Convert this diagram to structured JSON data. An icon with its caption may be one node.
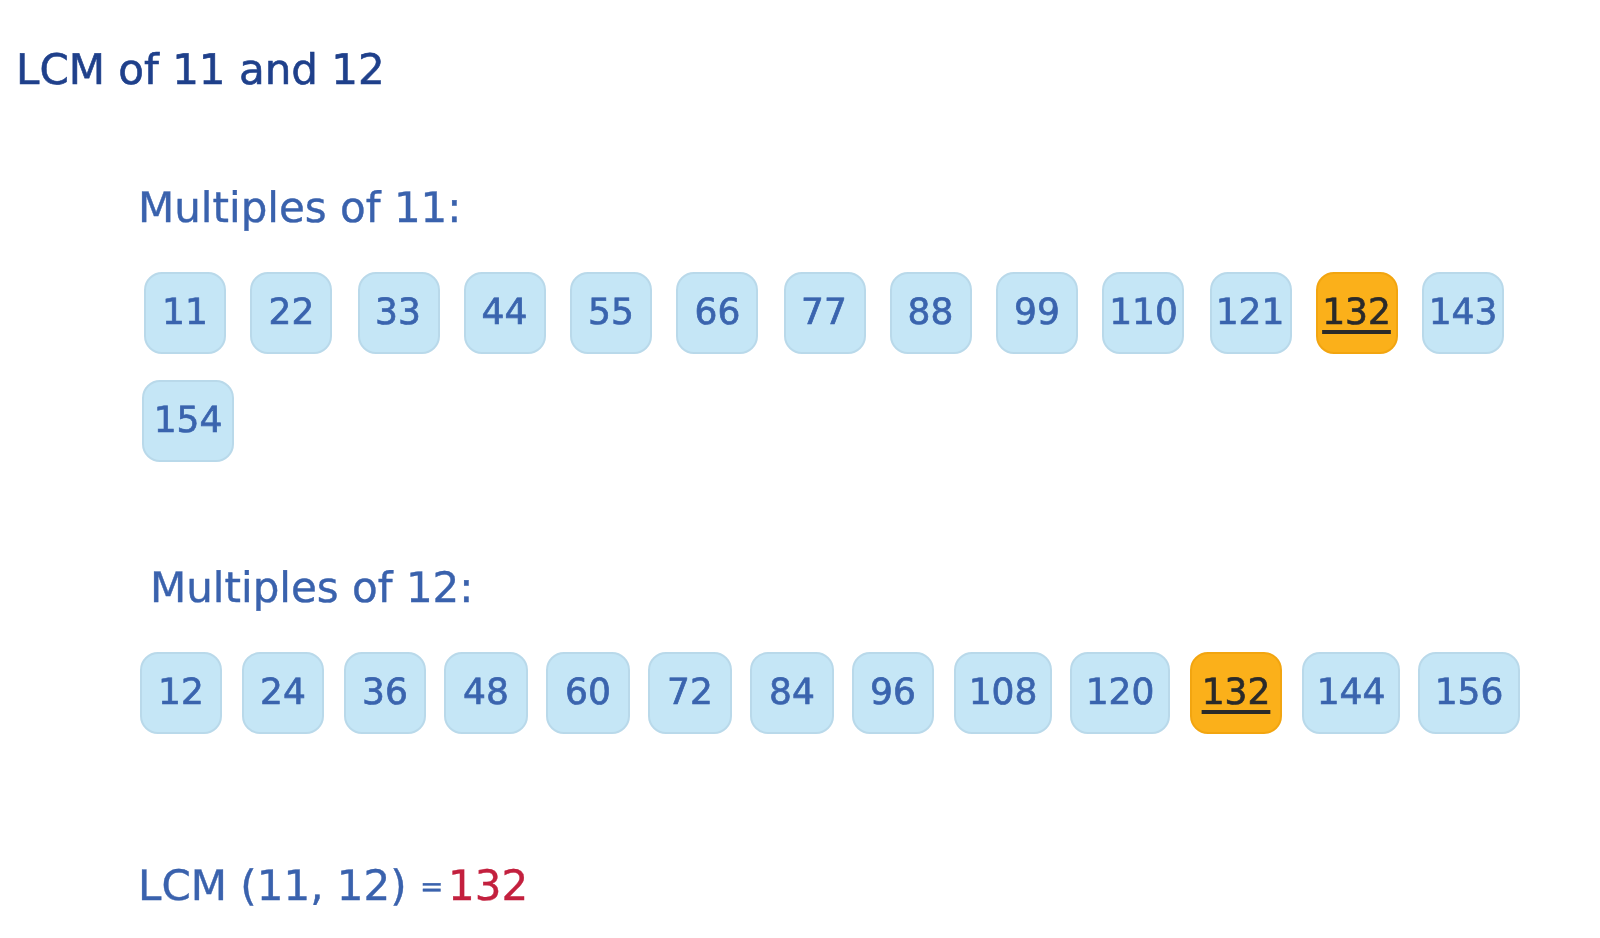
{
  "diagram": {
    "title": "LCM of 11 and 12",
    "nodes": [
      {
        "text": [
          "11"
        ]
      },
      {
        "text": [
          "22"
        ]
      },
      {
        "text": [
          "33"
        ]
      },
      {
        "text": [
          "44"
        ]
      },
      {
        "text": [
          "55"
        ]
      },
      {
        "text": [
          "66"
        ]
      },
      {
        "text": [
          "77"
        ]
      },
      {
        "text": [
          "88"
        ]
      },
      {
        "text": [
          "99"
        ]
      },
      {
        "text": [
          "110"
        ]
      },
      {
        "text": [
          "121"
        ]
      },
      {
        "text": [
          "132"
        ]
      },
      {
        "text": [
          "143"
        ]
      },
      {
        "text": [
          "154"
        ]
      },
      {
        "text": [
          "12"
        ]
      },
      {
        "text": [
          "24"
        ]
      },
      {
        "text": [
          "36"
        ]
      },
      {
        "text": [
          "48"
        ]
      },
      {
        "text": [
          "60"
        ]
      },
      {
        "text": [
          "72"
        ]
      },
      {
        "text": [
          "84"
        ]
      },
      {
        "text": [
          "96"
        ]
      },
      {
        "text": [
          "108"
        ]
      },
      {
        "text": [
          "120"
        ]
      },
      {
        "text": [
          "132"
        ]
      },
      {
        "text": [
          "144"
        ]
      },
      {
        "text": [
          "156"
        ]
      }
    ],
    "labels": [
      "Multiples of 11:",
      "Multiples of 12:",
      "LCM (11, 12)",
      "=",
      "132"
    ]
  }
}
